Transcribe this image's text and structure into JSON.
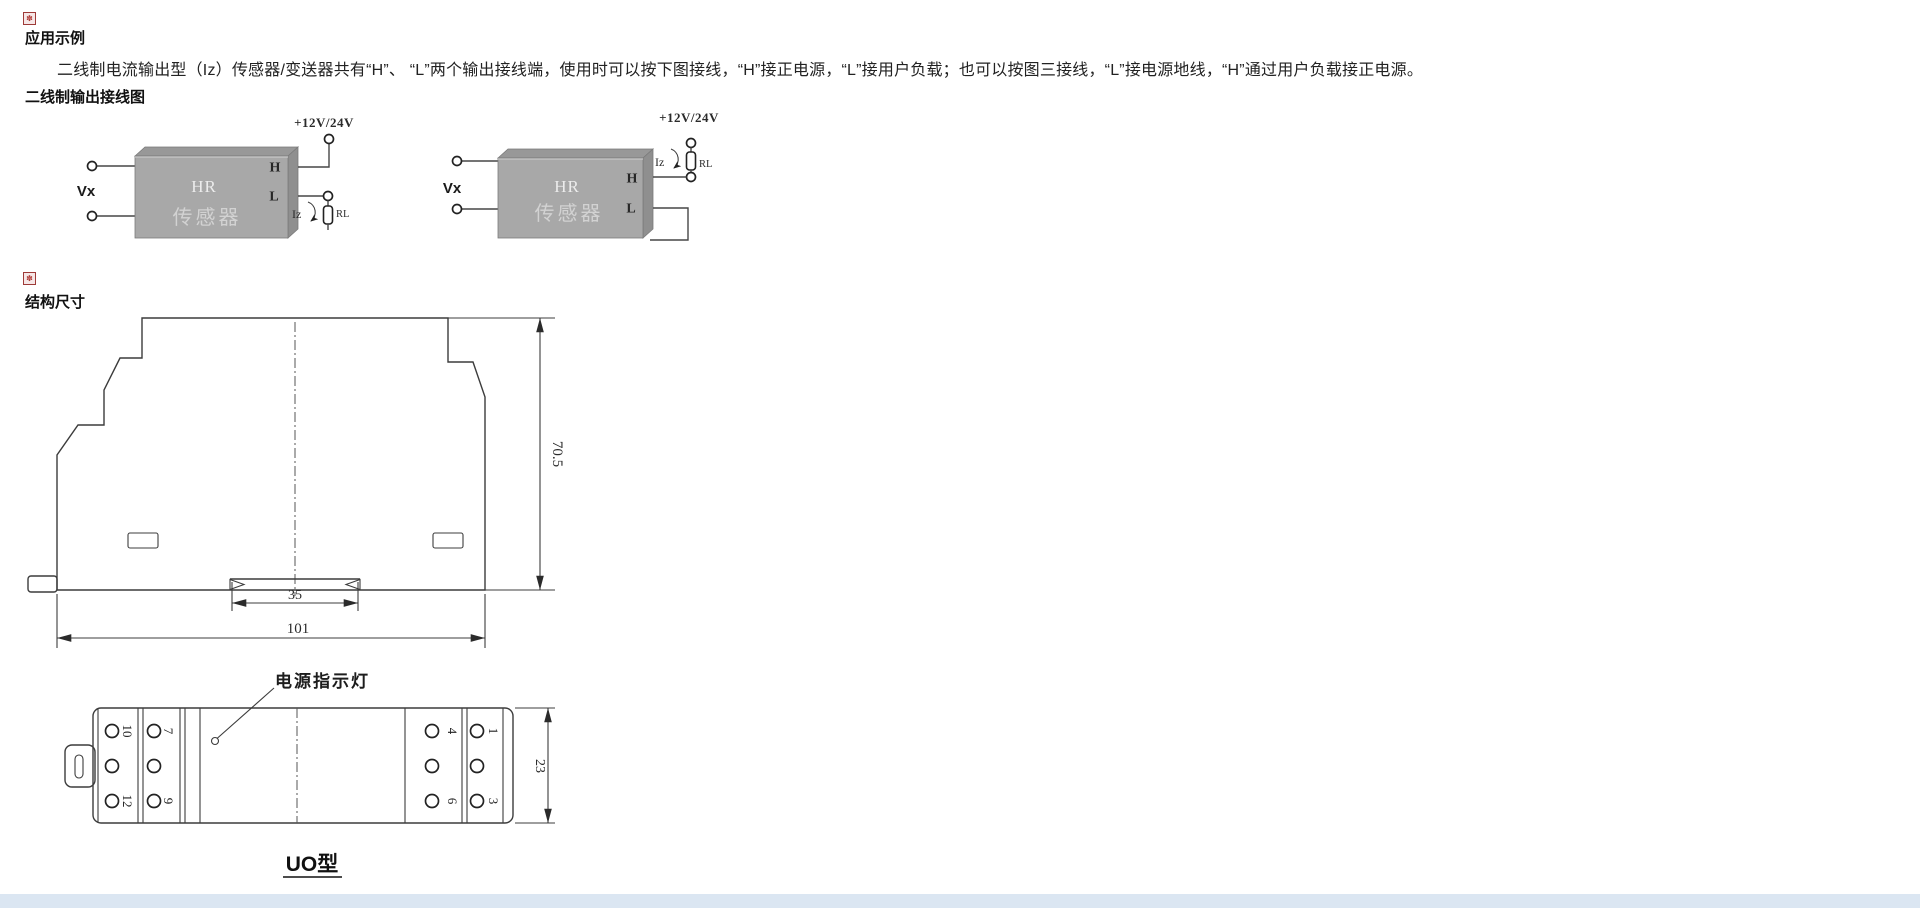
{
  "page": {
    "background": "#ffffff",
    "bottom_bar_color": "#dbe6f2"
  },
  "colors": {
    "accent_red": "#9e3a38",
    "box_gray_front": "#a8a8a8",
    "box_gray_top": "#989898",
    "box_gray_side": "#8f8f8f",
    "drawing_line": "#3c3c3c"
  },
  "section_app": {
    "marker_glyph": "✽",
    "title": "应用示例",
    "paragraph": "二线制电流输出型（Iz）传感器/变送器共有“H”、 “L”两个输出接线端，使用时可以按下图接线，“H”接正电源，“L”接用户负载；也可以按图三接线，“L”接电源地线，“H”通过用户负载接正电源。",
    "subtitle": "二线制输出接线图"
  },
  "wiring": {
    "supply_label": "+12V/24V",
    "sensor_name_line1": "HR",
    "sensor_name_line2": "传感器",
    "input_label": "Vx",
    "h_terminal": "H",
    "l_terminal": "L",
    "current_label": "Iz",
    "load_label": "RL"
  },
  "section_structure": {
    "marker_glyph": "✽",
    "title": "结构尺寸"
  },
  "structure": {
    "dim_height": "70.5",
    "dim_rail_width": "35",
    "dim_total_width": "101",
    "dim_body_height": "23",
    "led_label": "电源指示灯",
    "model_label": "UO型",
    "terminal_numbers": [
      "10",
      "12",
      "7",
      "9",
      "4",
      "6",
      "1",
      "3"
    ]
  }
}
